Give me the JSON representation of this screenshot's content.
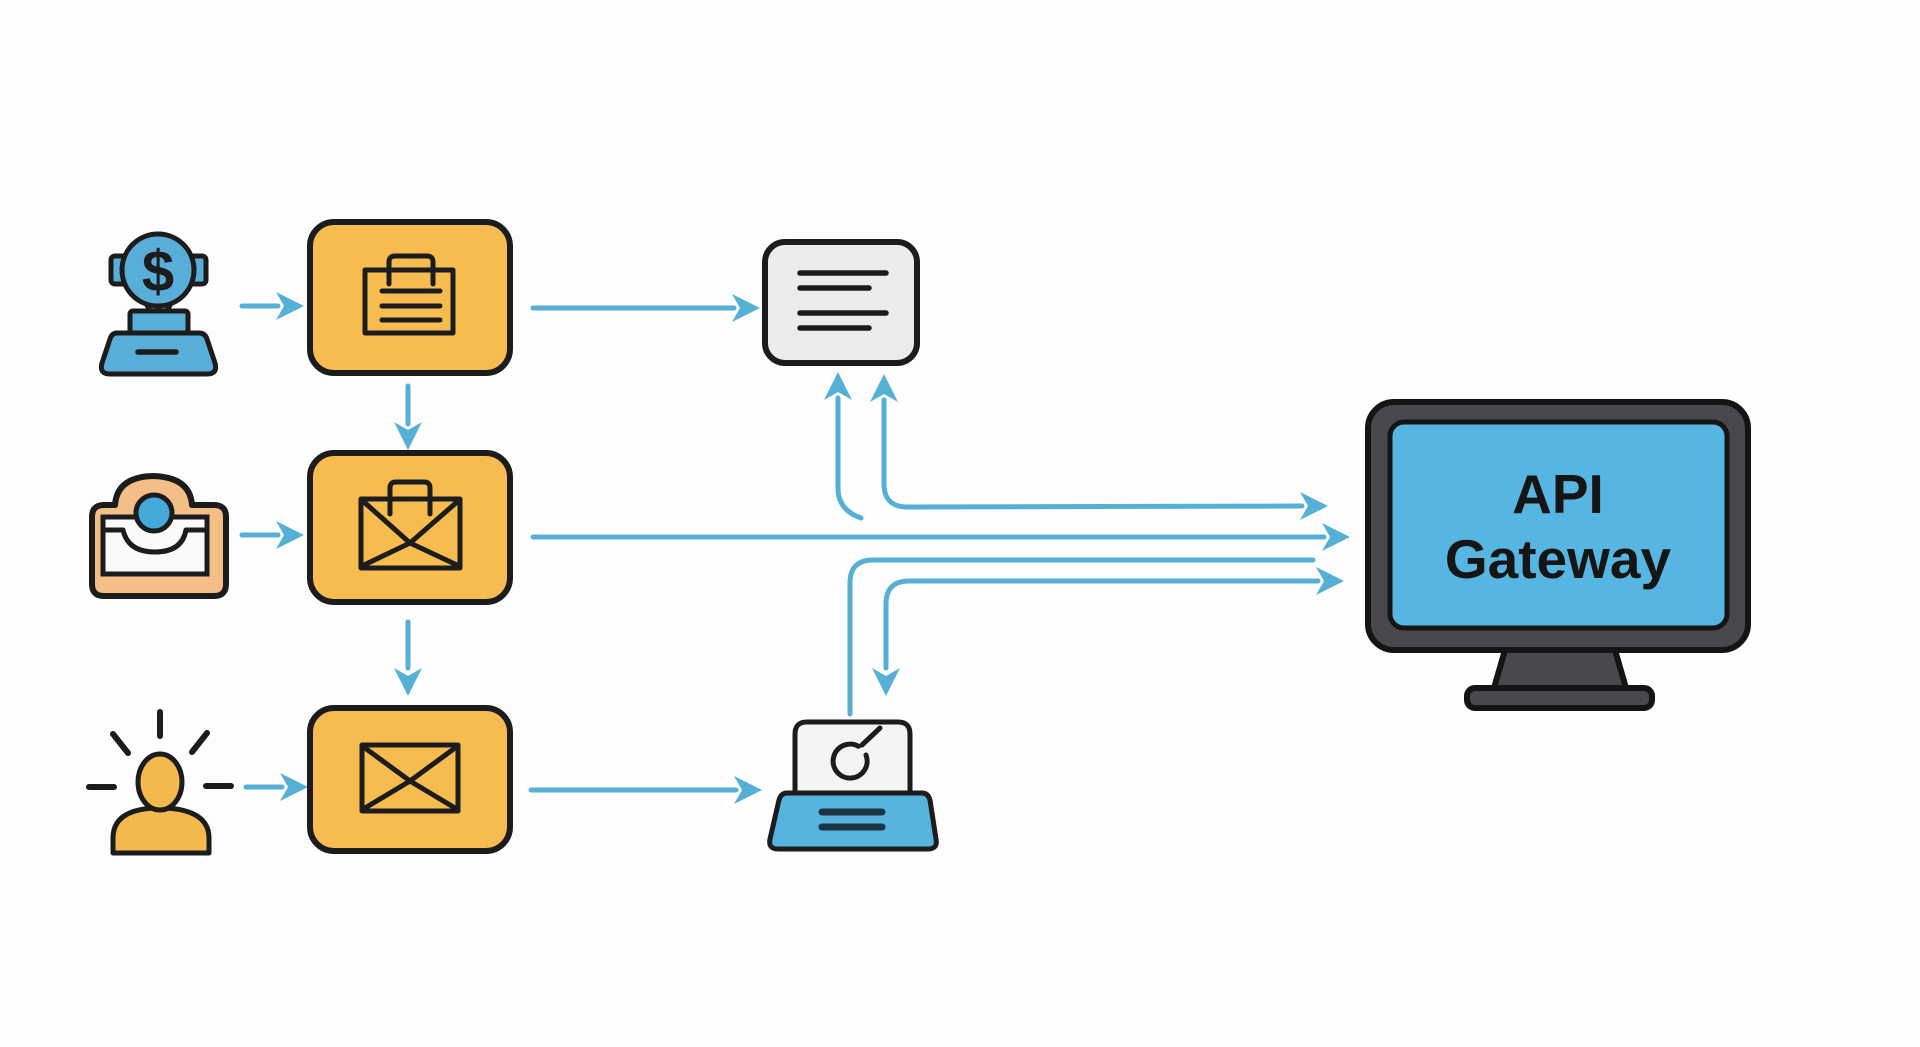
{
  "diagram": {
    "type": "flow-diagram",
    "gateway_label": {
      "line1": "API",
      "line2": "Gateway"
    },
    "glyphs": {
      "dollar": "$"
    },
    "nodes": [
      {
        "id": "payment-stamp",
        "icon": "dollar-stamp-icon",
        "row": 1,
        "column": "source"
      },
      {
        "id": "clipboard-box",
        "icon": "clipboard-icon",
        "row": 1,
        "column": "process",
        "fill": "orange"
      },
      {
        "id": "notes-card",
        "icon": "text-lines-icon",
        "row": 1,
        "column": "middle",
        "fill": "gray"
      },
      {
        "id": "camera-tray",
        "icon": "camera-icon",
        "row": 2,
        "column": "source"
      },
      {
        "id": "mail-briefcase-box",
        "icon": "envelope-handle-icon",
        "row": 2,
        "column": "process",
        "fill": "orange"
      },
      {
        "id": "notified-person",
        "icon": "person-alert-icon",
        "row": 3,
        "column": "source"
      },
      {
        "id": "mail-box",
        "icon": "envelope-icon",
        "row": 3,
        "column": "process",
        "fill": "orange"
      },
      {
        "id": "printer",
        "icon": "printer-dial-icon",
        "row": 3,
        "column": "middle"
      },
      {
        "id": "api-gateway",
        "icon": "monitor-icon",
        "row": 2,
        "column": "right",
        "label": "API Gateway"
      }
    ],
    "edges": [
      {
        "from": "payment-stamp",
        "to": "clipboard-box"
      },
      {
        "from": "clipboard-box",
        "to": "notes-card"
      },
      {
        "from": "clipboard-box",
        "to": "mail-briefcase-box"
      },
      {
        "from": "camera-tray",
        "to": "mail-briefcase-box"
      },
      {
        "from": "mail-briefcase-box",
        "to": "mail-box"
      },
      {
        "from": "mail-briefcase-box",
        "to": "api-gateway"
      },
      {
        "from": "notified-person",
        "to": "mail-box"
      },
      {
        "from": "mail-box",
        "to": "printer"
      },
      {
        "from": "api-gateway",
        "to": "notes-card",
        "note": "two upward arrows into notes card"
      },
      {
        "from": "api-gateway",
        "to": "printer",
        "note": "downward arrow into printer"
      }
    ]
  },
  "colors": {
    "bg": "#fdfdfd",
    "ink": "#1c1c1c",
    "arrow": "#56b0d6",
    "orange": "#f6bc4f",
    "gray_card": "#ececec",
    "paper": "#f4f4f4",
    "peach": "#f3bf86",
    "amber": "#f3b94e",
    "stamp_blue": "#58aed9",
    "lens_blue": "#42a9d9",
    "screen_blue": "#57b6e1",
    "printer_blue": "#56b3dd",
    "printer_lines": "#1d3344",
    "frame_gray": "#48474c",
    "tray_white": "#fafafa"
  }
}
